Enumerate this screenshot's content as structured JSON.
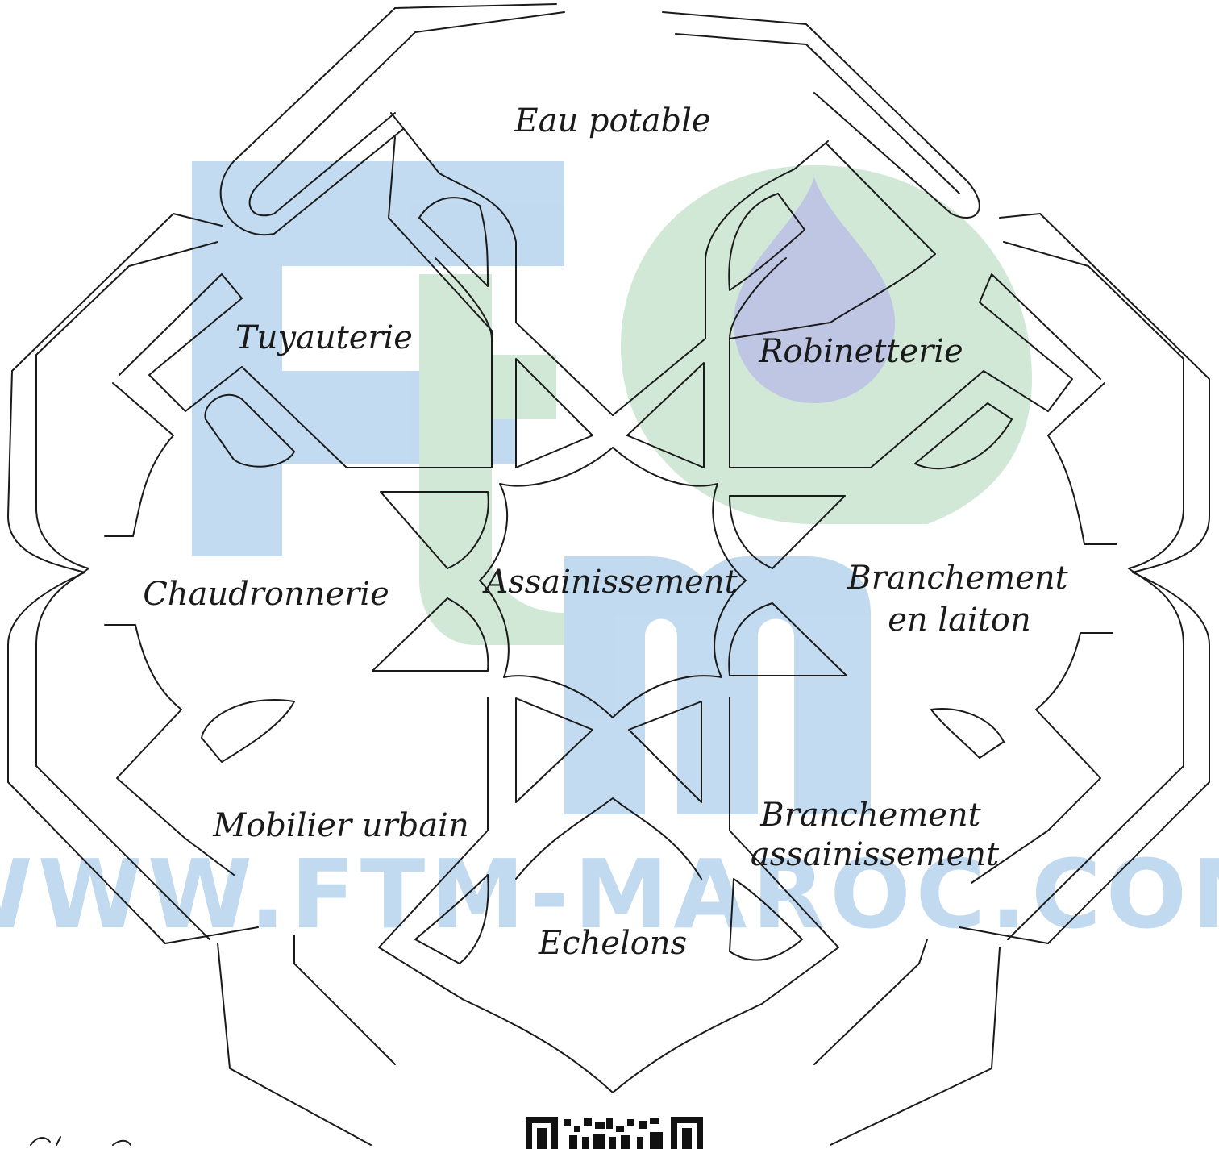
{
  "watermark": {
    "logo_letters": [
      "F",
      "t",
      "m"
    ],
    "url": "WWW.FTM-MAROC.COM",
    "colors": {
      "blue": "#bfd9ef",
      "green": "#cfe7d5",
      "drop": "#bcc3e3"
    }
  },
  "labels": {
    "eau_potable": "Eau potable",
    "tuyauterie": "Tuyauterie",
    "robinetterie": "Robinetterie",
    "chaudronnerie": "Chaudronnerie",
    "assainissement": "Assainissement",
    "branchement_laiton_l1": "Branchement",
    "branchement_laiton_l2": "en laiton",
    "mobilier_urbain": "Mobilier urbain",
    "branchement_assainissement_l1": "Branchement",
    "branchement_assainissement_l2": "assainissement",
    "echelons": "Echelons"
  },
  "colors": {
    "ink": "#1a1a1a",
    "background": "#ffffff"
  },
  "icons": [
    "qr-code-icon"
  ]
}
